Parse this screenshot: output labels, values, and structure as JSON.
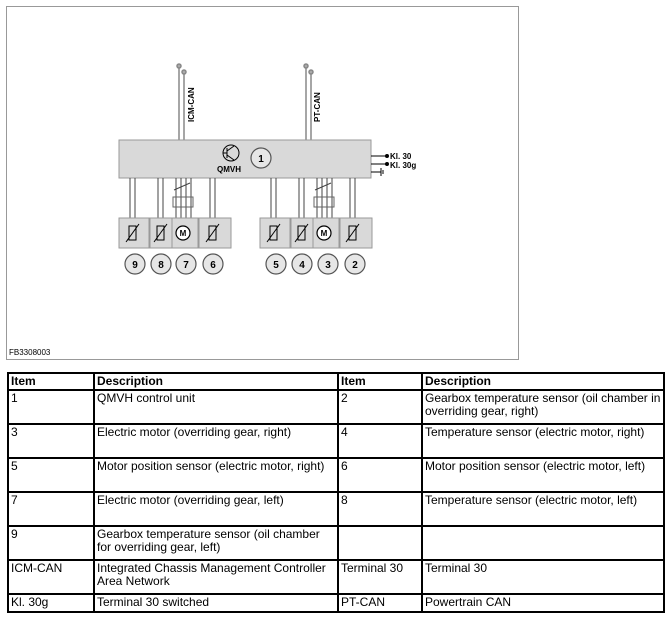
{
  "diagram": {
    "figure_id": "FB3308003",
    "bus_left": "ICM-CAN",
    "bus_right": "PT-CAN",
    "unit_label": "QMVH",
    "unit_number": "1",
    "supply_top": "Kl. 30",
    "supply_bottom": "Kl. 30g",
    "motor_symbol": "M",
    "callouts_left": [
      "9",
      "8",
      "7",
      "6"
    ],
    "callouts_right": [
      "5",
      "4",
      "3",
      "2"
    ]
  },
  "legend": {
    "headers": [
      "Item",
      "Description",
      "Item",
      "Description"
    ],
    "rows": [
      [
        "1",
        "QMVH control unit",
        "2",
        "Gearbox temperature sensor (oil chamber in overriding gear, right)"
      ],
      [
        "3",
        "Electric motor (overriding gear, right)",
        "4",
        "Temperature sensor (electric motor, right)"
      ],
      [
        "5",
        "Motor position sensor (electric motor, right)",
        "6",
        "Motor position sensor (electric motor, left)"
      ],
      [
        "7",
        "Electric motor (overriding gear, left)",
        "8",
        "Temperature sensor (electric motor, left)"
      ],
      [
        "9",
        "Gearbox temperature sensor (oil chamber for overriding gear, left)",
        "",
        ""
      ],
      [
        "ICM-CAN",
        "Integrated Chassis Management Controller Area Network",
        "Terminal 30",
        "Terminal 30"
      ],
      [
        "Kl. 30g",
        "Terminal 30 switched",
        "PT-CAN",
        "Powertrain CAN"
      ]
    ]
  }
}
